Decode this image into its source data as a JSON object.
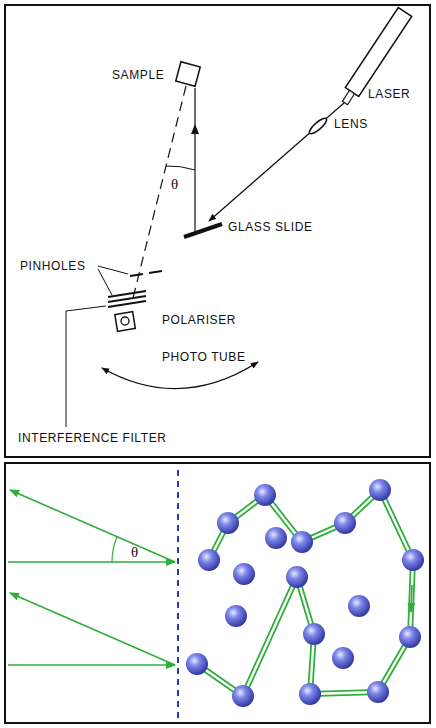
{
  "diagram": {
    "labels": [
      "LASER",
      "LENS",
      "SAMPLE",
      "θ",
      "GLASS SLIDE",
      "PINHOLES",
      "POLARISER",
      "PHOTO TUBE",
      "INTERFERENCE FILTER",
      "θ"
    ]
  }
}
